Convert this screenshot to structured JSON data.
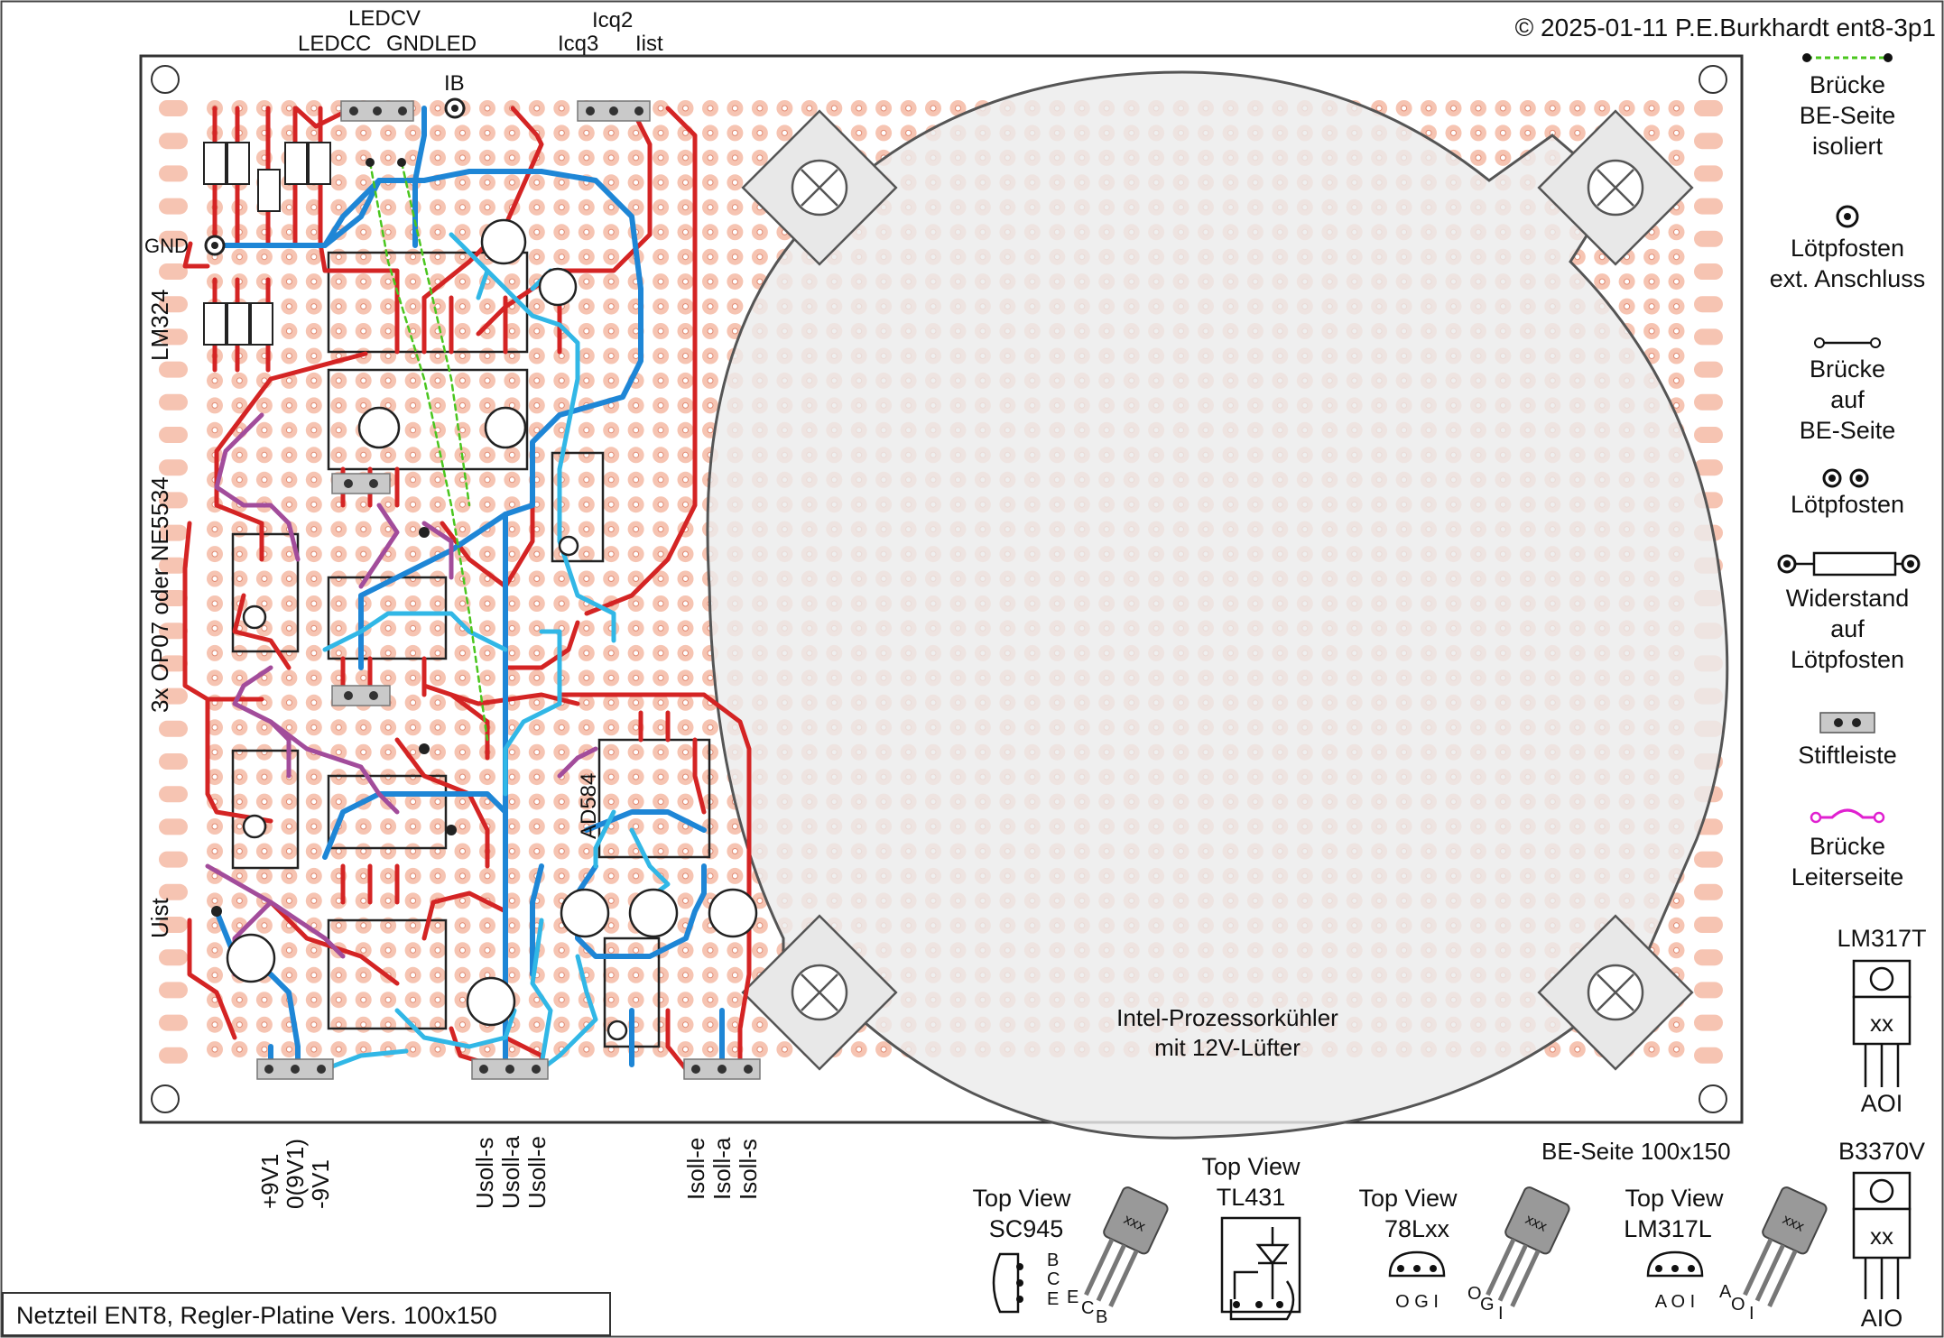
{
  "header": {
    "copyright": "© 2025-01-11 P.E.Burkhardt ent8-3p1"
  },
  "footer": {
    "title": "Netzteil ENT8, Regler-Platine Vers. 100x150"
  },
  "board": {
    "side_label": "BE-Seite 100x150",
    "cooler_label_1": "Intel-Prozessorkühler",
    "cooler_label_2": "mit 12V-Lüfter",
    "gnd_label": "GND",
    "lm324_label": "LM324",
    "opamp_label": "3x OP07 oder NE5534",
    "uist_label": "Uist",
    "ad58_label": "AD584",
    "ib_label": "IB"
  },
  "top_pins": {
    "led_cv": "LEDCV",
    "led_cc": "LEDCC",
    "gnd_led": "GNDLED",
    "icq2": "Icq2",
    "icq3": "Icq3",
    "iist": "Iist"
  },
  "bottom_pins": {
    "supply": [
      "+9V1",
      "0(9V1)",
      "-9V1"
    ],
    "usoll": [
      "Usoll-s",
      "Usoll-a",
      "Usoll-e"
    ],
    "isoll": [
      "Isoll-e",
      "Isoll-a",
      "Isoll-s"
    ]
  },
  "legend": {
    "bridge_be_iso": [
      "Brücke",
      "BE-Seite",
      "isoliert"
    ],
    "post_ext": [
      "Lötpfosten",
      "ext. Anschluss"
    ],
    "bridge_be": [
      "Brücke",
      "auf",
      "BE-Seite"
    ],
    "posts": [
      "Lötpfosten"
    ],
    "resistor": [
      "Widerstand",
      "auf",
      "Lötpfosten"
    ],
    "header": [
      "Stiftleiste"
    ],
    "bridge_trace": [
      "Brücke",
      "Leiterseite"
    ],
    "lm317t": "LM317T",
    "lm317t_pins": "AOI",
    "b3370v": "B3370V",
    "b3370v_pins": "AIO",
    "xx": "xx"
  },
  "topviews": {
    "sc945_title": [
      "Top View",
      "SC945"
    ],
    "sc945_pins": [
      "B",
      "C",
      "E"
    ],
    "tl431_title": [
      "Top View",
      "TL431"
    ],
    "l78_title": [
      "Top View",
      "78Lxx"
    ],
    "l78_pins": "O G I",
    "lm317l_title": [
      "Top View",
      "LM317L"
    ],
    "lm317l_pins": "A O I",
    "xxx": "xxx"
  },
  "colors": {
    "trace_red": "#d42424",
    "trace_blue": "#1e86d6",
    "trace_lightblue": "#31b7e6",
    "trace_purple": "#a24c9b",
    "bridge_green": "#4ac61e",
    "bridge_magenta": "#e020d0",
    "pad_fill": "#f6c4b2",
    "cooler_fill": "#ebebeb"
  }
}
